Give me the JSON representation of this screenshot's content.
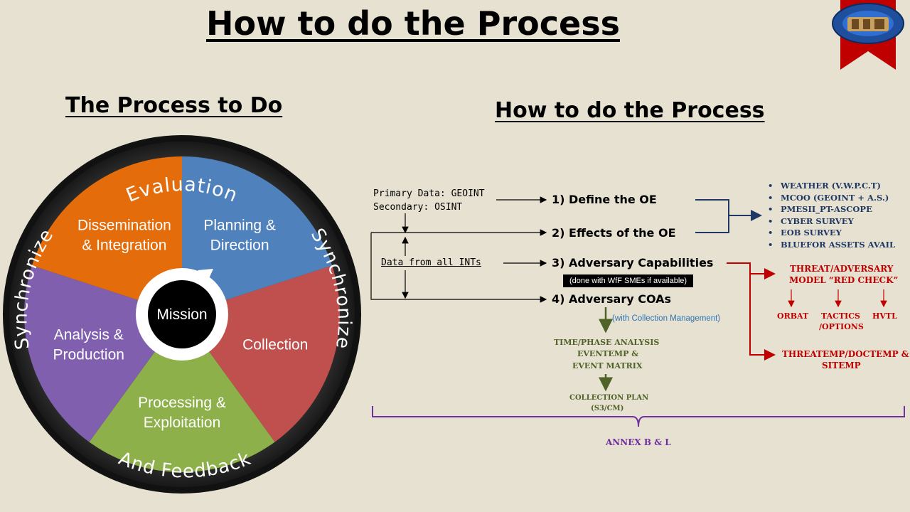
{
  "title": "How to do the Process",
  "left_panel": {
    "heading": "The Process to Do",
    "ring_top": "Evaluation",
    "ring_left": "Synchronize",
    "ring_right": "Synchronize",
    "ring_bottom": "And Feedback",
    "center": "Mission",
    "segments": [
      {
        "line1": "Planning &",
        "line2": "Direction",
        "color": "#4f81bd"
      },
      {
        "line1": "Collection",
        "line2": "",
        "color": "#c0504d"
      },
      {
        "line1": "Processing &",
        "line2": "Exploitation",
        "color": "#8db04a"
      },
      {
        "line1": "Analysis &",
        "line2": "Production",
        "color": "#7f5fae"
      },
      {
        "line1": "Dissemination",
        "line2": "& Integration",
        "color": "#e46c0a"
      }
    ]
  },
  "right_panel": {
    "heading": "How to do the Process",
    "primary_data": "Primary Data: GEOINT",
    "secondary_data": "Secondary: OSINT",
    "all_ints": "Data from all INTs",
    "steps": [
      "1) Define the OE",
      "2) Effects of the OE",
      "3) Adversary Capabilities",
      "4) Adversary COAs"
    ],
    "wff_note": "(done with WfF SMEs if available)",
    "collection_note": "(with Collection Management)",
    "oe_outputs": [
      "WEATHER (V.W.P.C.T)",
      "MCOO (GEOINT + A.S.)",
      "PMESII_PT-ASCOPE",
      "CYBER SURVEY",
      "EOB SURVEY",
      "BLUEFOR ASSETS AVAIL"
    ],
    "threat_model_line1": "THREAT/ADVERSARY",
    "threat_model_line2": "MODEL “RED CHECK”",
    "threat_outputs": [
      "ORBAT",
      "TACTICS",
      "/OPTIONS",
      "HVTL"
    ],
    "threat_templates_line1": "THREATEMP/DOCTEMP &",
    "threat_templates_line2": "SITEMP",
    "analysis_line1": "TIME/PHASE ANALYSIS",
    "analysis_line2": "EVENTEMP &",
    "analysis_line3": "EVENT MATRIX",
    "collection_plan_line1": "COLLECTION PLAN",
    "collection_plan_line2": "(S3/CM)",
    "annex": "ANNEX B & L"
  }
}
